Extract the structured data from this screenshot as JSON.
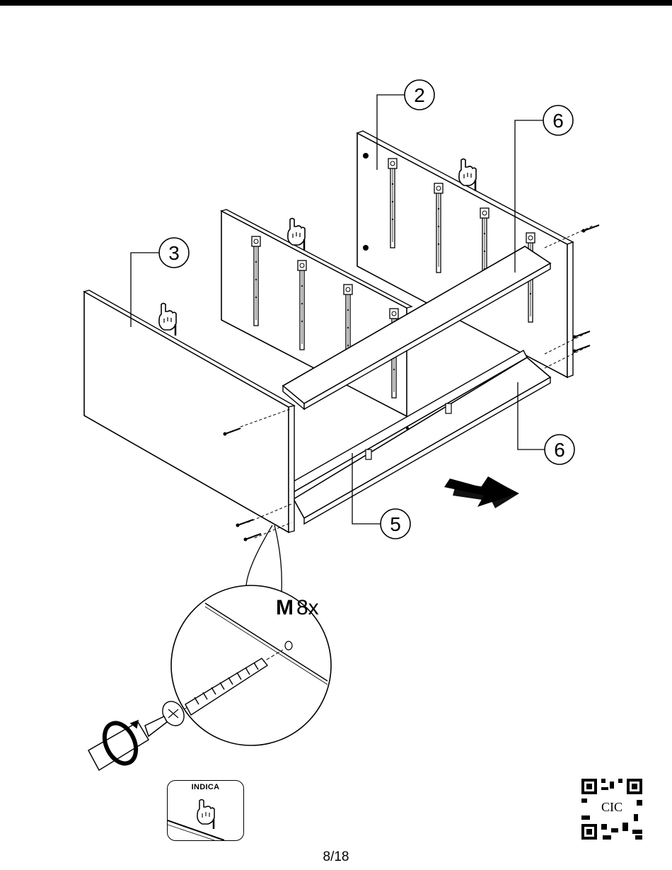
{
  "callouts": {
    "part_2": "2",
    "part_6_top": "6",
    "part_3": "3",
    "part_6_bottom": "6",
    "part_5": "5"
  },
  "hardware": {
    "letter": "M",
    "count": "8x"
  },
  "legend": {
    "label": "INDICA",
    "icon": "pointing-hand-icon"
  },
  "qr_code": {
    "text": "CIC"
  },
  "page_number": "8/18",
  "colors": {
    "ink": "#000000",
    "paper": "#ffffff",
    "arrow": "#111111"
  }
}
